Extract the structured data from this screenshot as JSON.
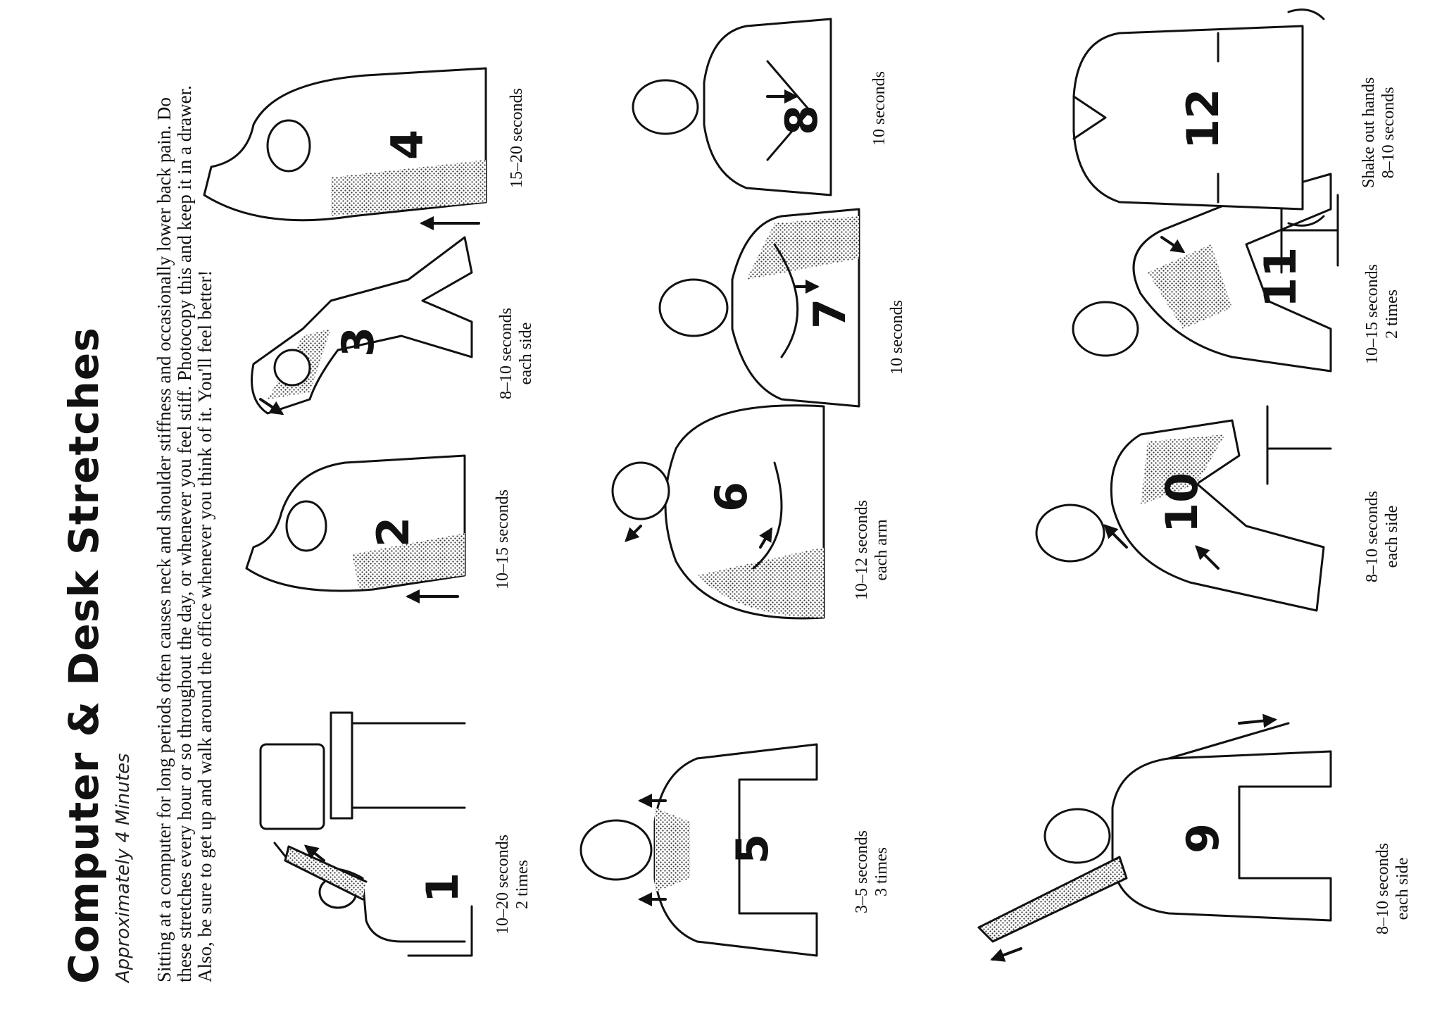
{
  "title": "Computer & Desk Stretches",
  "subtitle": "Approximately 4 Minutes",
  "intro": "Sitting at a computer for long periods often causes neck and shoulder stiffness and occasionally lower back pain. Do these stretches every hour or so throughout the day, or whenever you feel stiff. Photocopy this and keep it in a drawer. Also, be sure to get up and walk around the office whenever you think of it. You'll feel better!",
  "stretches": [
    {
      "number": "1",
      "caption": [
        "10–20 seconds",
        "2 times"
      ]
    },
    {
      "number": "2",
      "caption": [
        "10–15 seconds"
      ]
    },
    {
      "number": "3",
      "caption": [
        "8–10 seconds",
        "each side"
      ]
    },
    {
      "number": "4",
      "caption": [
        "15–20 seconds"
      ]
    },
    {
      "number": "5",
      "caption": [
        "3–5 seconds",
        "3 times"
      ]
    },
    {
      "number": "6",
      "caption": [
        "10–12 seconds",
        "each arm"
      ]
    },
    {
      "number": "7",
      "caption": [
        "10 seconds"
      ]
    },
    {
      "number": "8",
      "caption": [
        "10 seconds"
      ]
    },
    {
      "number": "9",
      "caption": [
        "8–10 seconds",
        "each side"
      ]
    },
    {
      "number": "10",
      "caption": [
        "8–10 seconds",
        "each side"
      ]
    },
    {
      "number": "11",
      "caption": [
        "10–15 seconds",
        "2 times"
      ]
    },
    {
      "number": "12",
      "caption": [
        "Shake out hands",
        "8–10 seconds"
      ]
    }
  ]
}
